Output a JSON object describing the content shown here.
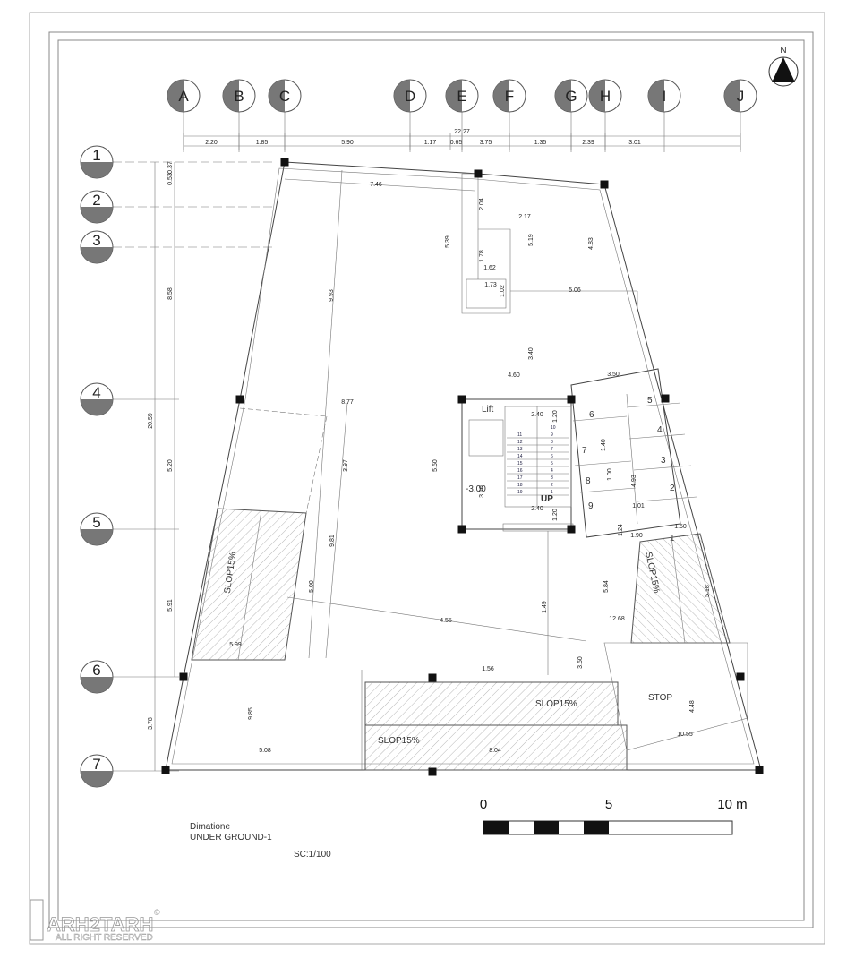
{
  "grid_columns": [
    "A",
    "B",
    "C",
    "D",
    "E",
    "F",
    "G",
    "H",
    "I",
    "J"
  ],
  "grid_rows": [
    "1",
    "2",
    "3",
    "4",
    "5",
    "6",
    "7"
  ],
  "top_dims": {
    "total": "22.27",
    "segments": [
      "2.20",
      "1.85",
      "5.90",
      "1.17",
      "0.65",
      "3.75",
      "1.35",
      "2.39",
      "3.01"
    ]
  },
  "left_dims": {
    "total": "20.59",
    "segments": [
      "0.37",
      "0.53",
      "8.58",
      "5.20",
      "5.91",
      "3.78"
    ]
  },
  "interior_dims": [
    "7.46",
    "9.93",
    "5.39",
    "2.04",
    "2.17",
    "5.19",
    "4.83",
    "1.78",
    "1.62",
    "1.73",
    "1.02",
    "5.06",
    "3.40",
    "4.60",
    "3.50",
    "8.77",
    "2.40",
    "1.20",
    "1.40",
    "1.00",
    "4.93",
    "5.50",
    "3.97",
    "3.10",
    "2.40",
    "1.20",
    "1.01",
    "1.50",
    "1.24",
    "1.90",
    "9.81",
    "5.84",
    "5.18",
    "4.55",
    "12.68",
    "1.49",
    "5.99",
    "3.50",
    "1.56",
    "9.85",
    "4.48",
    "5.08",
    "8.04",
    "10.55",
    "5.00"
  ],
  "rooms": {
    "lift": "Lift",
    "level": "-3.00",
    "up": "UP",
    "slope_left": "SLOP15%",
    "slope_right": "SLOP15%",
    "slope_bottom_1": "SLOP15%",
    "slope_bottom_2": "SLOP15%",
    "stop": "STOP",
    "storage_units": [
      "1",
      "2",
      "3",
      "4",
      "5",
      "6",
      "7",
      "8",
      "9"
    ],
    "stair_steps_left": [
      "11",
      "12",
      "13",
      "14",
      "15",
      "16",
      "17",
      "18",
      "19"
    ],
    "stair_steps_right": [
      "10",
      "9",
      "8",
      "7",
      "6",
      "5",
      "4",
      "3",
      "2",
      "1"
    ]
  },
  "north_label": "N",
  "scale_bar": {
    "labels": [
      "0",
      "5",
      "10 m"
    ]
  },
  "title_block": {
    "line1": "Dimatione",
    "line2": "UNDER GROUND-1",
    "scale": "SC:1/100"
  },
  "watermark": {
    "name": "ARH2TARH",
    "subtitle": "ALL RIGHT RESERVED",
    "mark": "©"
  }
}
